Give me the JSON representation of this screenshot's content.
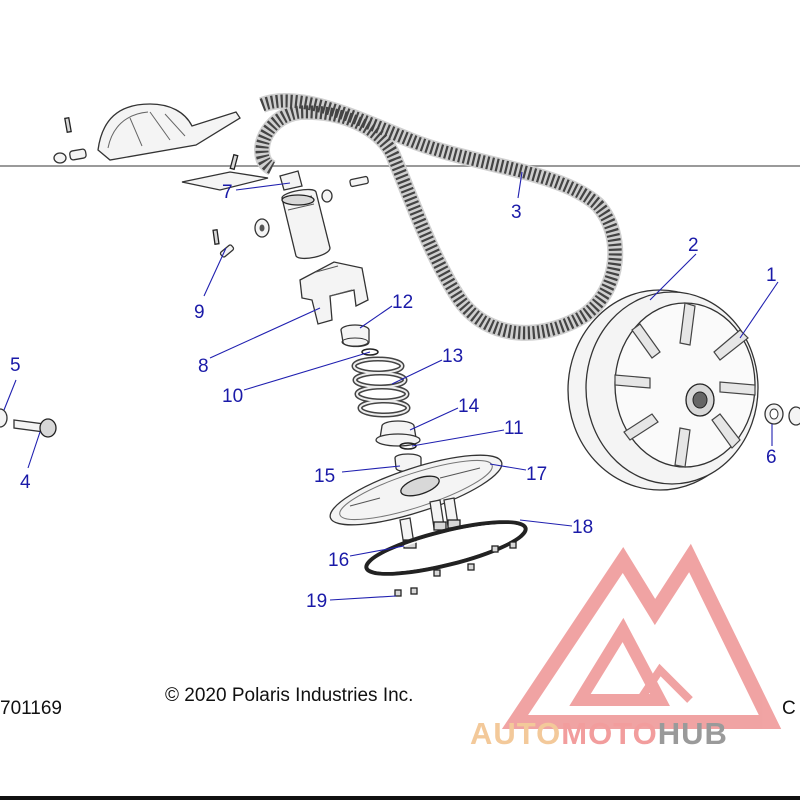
{
  "callouts": [
    {
      "id": "1",
      "label": "1"
    },
    {
      "id": "2",
      "label": "2"
    },
    {
      "id": "3",
      "label": "3"
    },
    {
      "id": "4",
      "label": "4"
    },
    {
      "id": "5",
      "label": "5"
    },
    {
      "id": "6",
      "label": "6"
    },
    {
      "id": "7",
      "label": "7"
    },
    {
      "id": "8",
      "label": "8"
    },
    {
      "id": "9",
      "label": "9"
    },
    {
      "id": "10",
      "label": "10"
    },
    {
      "id": "11",
      "label": "11"
    },
    {
      "id": "12",
      "label": "12"
    },
    {
      "id": "13",
      "label": "13"
    },
    {
      "id": "14",
      "label": "14"
    },
    {
      "id": "15",
      "label": "15"
    },
    {
      "id": "16",
      "label": "16"
    },
    {
      "id": "17",
      "label": "17"
    },
    {
      "id": "18",
      "label": "18"
    },
    {
      "id": "19",
      "label": "19"
    }
  ],
  "copyright": "© 2020 Polaris Industries Inc.",
  "diagram_number": "701169",
  "edge_code": "C",
  "watermark": {
    "part1": "AUTO",
    "part2": "MOTO",
    "part3": "HUB",
    "color_auto": "#f3c99a",
    "color_moto": "#f29d9d",
    "color_hub": "#9a9a9a",
    "logo_color": "#ef9a9a"
  },
  "callout_color": "#1a1aa8"
}
